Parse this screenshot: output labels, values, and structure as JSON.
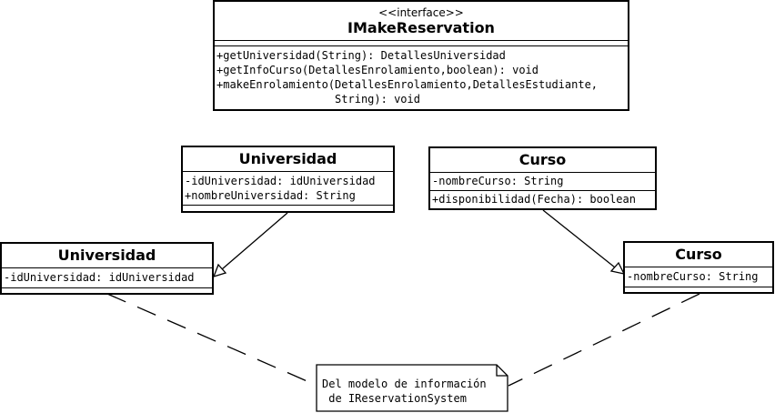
{
  "interface": {
    "stereotype": "<<interface>>",
    "name": "IMakeReservation",
    "operations": [
      "+getUniversidad(String): DetallesUniversidad",
      "+getInfoCurso(DetallesEnrolamiento,boolean): void",
      "+makeEnrolamiento(DetallesEnrolamiento,DetallesEstudiante,",
      "                  String): void"
    ]
  },
  "universidad_main": {
    "name": "Universidad",
    "attributes": [
      "-idUniversidad: idUniversidad",
      "+nombreUniversidad: String"
    ]
  },
  "curso_main": {
    "name": "Curso",
    "attributes": [
      "-nombreCurso: String"
    ],
    "operations": [
      "+disponibilidad(Fecha): boolean"
    ]
  },
  "universidad_sub": {
    "name": "Universidad",
    "attributes": [
      "-idUniversidad: idUniversidad"
    ]
  },
  "curso_sub": {
    "name": "Curso",
    "attributes": [
      "-nombreCurso: String"
    ]
  },
  "note": {
    "lines": [
      "Del modelo de información",
      " de IReservationSystem"
    ]
  }
}
